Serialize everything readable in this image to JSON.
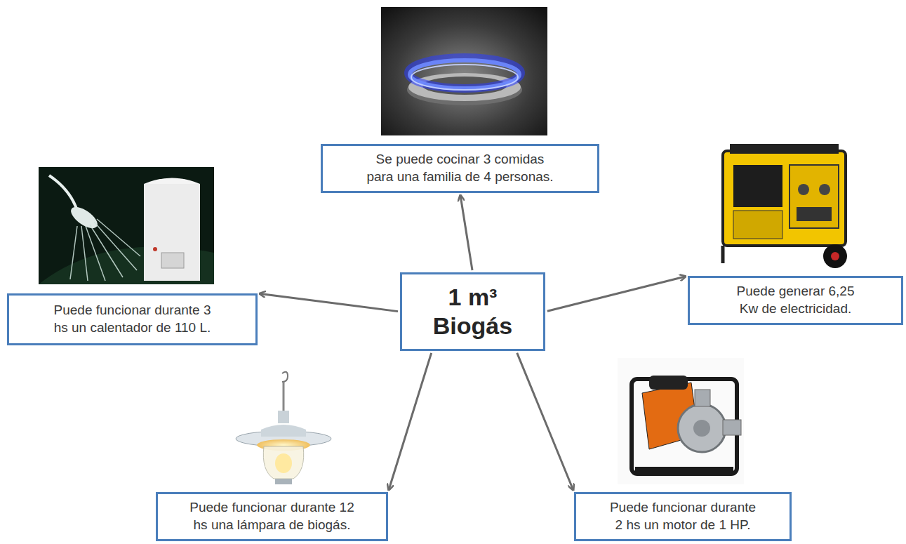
{
  "diagram": {
    "nodes": [
      {
        "text": [
          "Se puede cocinar 3 comidas para una familia de 4 personas."
        ]
      },
      {
        "text": [
          "Puede funcionar durante 3 hs un calentador de 110 L."
        ]
      },
      {
        "text": [
          "1 m³ Biogás"
        ]
      },
      {
        "text": [
          "Puede generar 6,25 Kw de electricidad."
        ]
      },
      {
        "text": [
          "Puede funcionar durante 12 hs una lámpara de biogás."
        ]
      },
      {
        "text": [
          "Puede funcionar durante 2 hs un motor de 1 HP."
        ]
      }
    ],
    "edges": [
      {
        "from": 2,
        "to": 0,
        "arrow": "to"
      },
      {
        "from": 2,
        "to": 1,
        "arrow": "to"
      },
      {
        "from": 2,
        "to": 3,
        "arrow": "to"
      },
      {
        "from": 2,
        "to": 4,
        "arrow": "to"
      },
      {
        "from": 2,
        "to": 5,
        "arrow": "to"
      }
    ]
  }
}
